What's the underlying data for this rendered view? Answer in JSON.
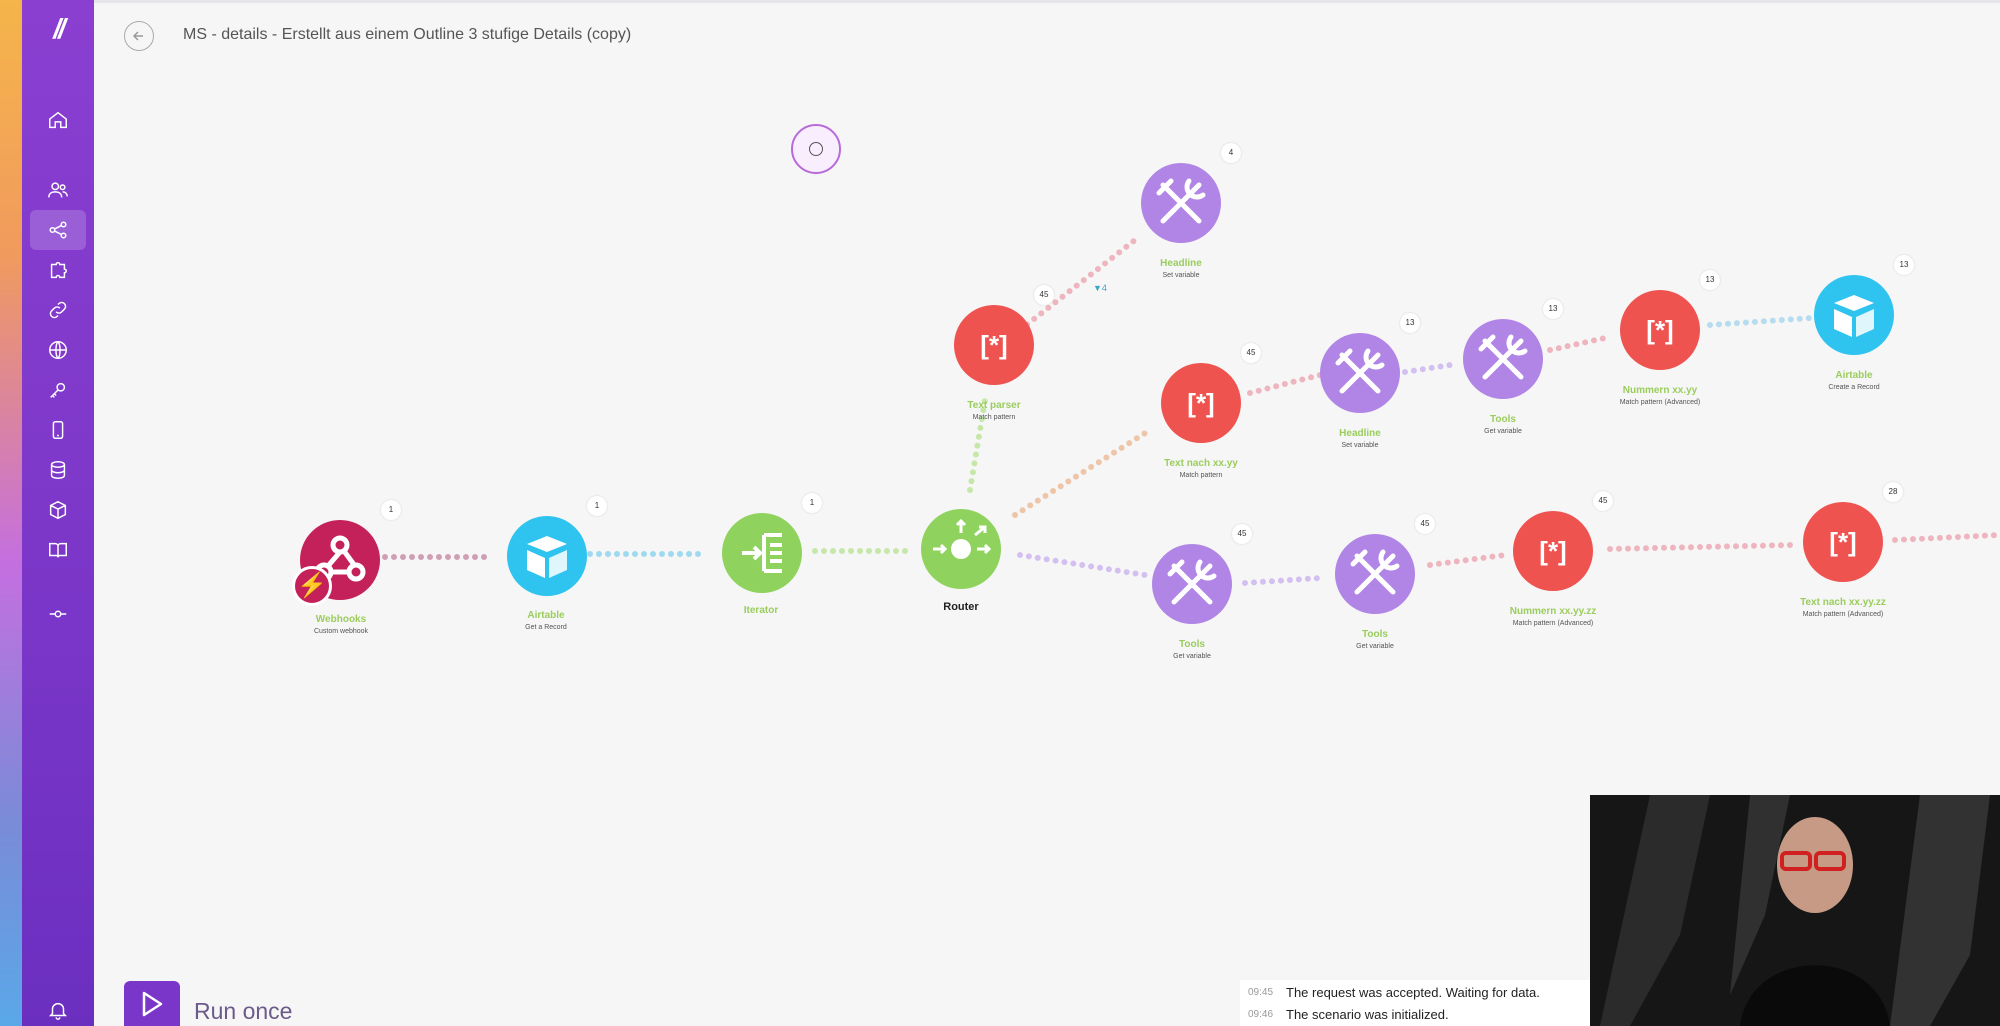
{
  "scenario": {
    "title": "MS - details - Erstellt aus einem Outline 3 stufige Details (copy)"
  },
  "modules": [
    {
      "id": "webhooks",
      "title": "Webhooks",
      "subtitle": "Custom webhook",
      "count": "1",
      "color": "#c4215a"
    },
    {
      "id": "airtable1",
      "title": "Airtable",
      "subtitle": "Get a Record",
      "count": "1",
      "color": "#2fc3ef"
    },
    {
      "id": "iterator",
      "title": "Iterator",
      "subtitle": "",
      "count": "1",
      "color": "#8fd35e"
    },
    {
      "id": "router",
      "title": "Router",
      "subtitle": "",
      "count": "",
      "color": "#8fd35e"
    },
    {
      "id": "textparser",
      "title": "Text parser",
      "subtitle": "Match pattern",
      "count": "45",
      "color": "#ef5350"
    },
    {
      "id": "headline-top",
      "title": "Headline",
      "subtitle": "Set variable",
      "count": "4",
      "color": "#b185e6"
    },
    {
      "id": "textnach-yy",
      "title": "Text nach xx.yy",
      "subtitle": "Match pattern",
      "count": "45",
      "color": "#ef5350"
    },
    {
      "id": "headline-mid",
      "title": "Headline",
      "subtitle": "Set variable",
      "count": "13",
      "color": "#b185e6"
    },
    {
      "id": "tools-mid",
      "title": "Tools",
      "subtitle": "Get variable",
      "count": "13",
      "color": "#b185e6"
    },
    {
      "id": "nummern-yy",
      "title": "Nummern xx.yy",
      "subtitle": "Match pattern (Advanced)",
      "count": "13",
      "color": "#ef5350"
    },
    {
      "id": "airtable2",
      "title": "Airtable",
      "subtitle": "Create a Record",
      "count": "13",
      "color": "#2fc3ef"
    },
    {
      "id": "tools-low1",
      "title": "Tools",
      "subtitle": "Get variable",
      "count": "45",
      "color": "#b185e6"
    },
    {
      "id": "tools-low2",
      "title": "Tools",
      "subtitle": "Get variable",
      "count": "45",
      "color": "#b185e6"
    },
    {
      "id": "nummern-zz",
      "title": "Nummern xx.yy.zz",
      "subtitle": "Match pattern (Advanced)",
      "count": "45",
      "color": "#ef5350"
    },
    {
      "id": "textnach-zz",
      "title": "Text nach xx.yy.zz",
      "subtitle": "Match pattern (Advanced)",
      "count": "28",
      "color": "#ef5350"
    }
  ],
  "filter_badge": "4",
  "run": {
    "label": "Run once"
  },
  "log": [
    {
      "time": "09:45",
      "message": "The request was accepted. Waiting for data."
    },
    {
      "time": "09:46",
      "message": "The scenario was initialized."
    }
  ],
  "sidebar_icons": [
    "home-icon",
    "team-icon",
    "scenarios-icon",
    "templates-icon",
    "connections-icon",
    "webhooks-icon",
    "keys-icon",
    "devices-icon",
    "datastores-icon",
    "datastructures-icon",
    "docs-icon",
    "flow-control-icon",
    "bell-icon"
  ],
  "colors": {
    "brand": "#7a36c8",
    "router": "#8fd35e",
    "airtable": "#2fc3ef",
    "tools": "#b185e6",
    "parser": "#ef5350",
    "webhooks": "#c4215a"
  }
}
